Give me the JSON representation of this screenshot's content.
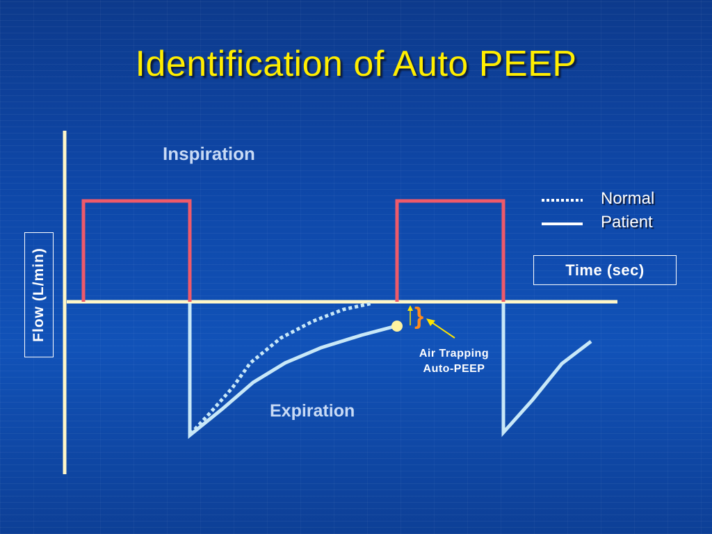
{
  "title": "Identification of Auto PEEP",
  "labels": {
    "inspiration": "Inspiration",
    "expiration": "Expiration",
    "time_axis": "Time (sec)",
    "flow_axis": "Flow (L/min)"
  },
  "legend": {
    "normal": "Normal",
    "patient": "Patient"
  },
  "annotation": {
    "line1": "Air Trapping",
    "line2": "Auto-PEEP",
    "brace": "}"
  },
  "colors": {
    "title": "#ffee00",
    "inspiration_curve": "#ee5a6a",
    "expiration_curve": "#c8e8f8",
    "axes": "#fff7c8",
    "brace": "#ff8a1c",
    "end_point": "#fff3a0"
  }
}
